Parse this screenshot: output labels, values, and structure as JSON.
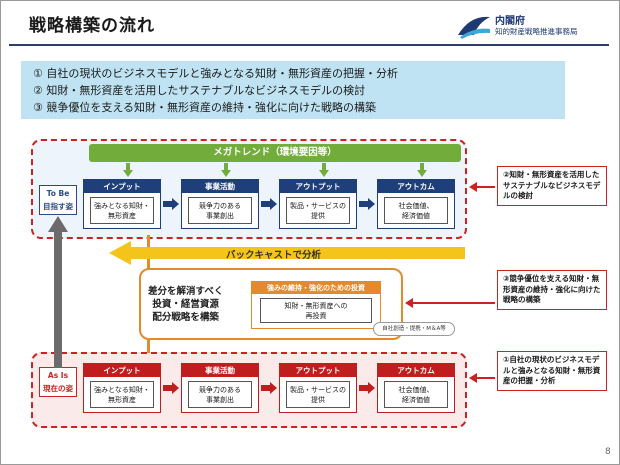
{
  "header": {
    "title": "戦略構築の流れ",
    "logo_line1": "内閣府",
    "logo_line2": "知的財産戦略推進事務局"
  },
  "objectives": [
    "①  自社の現状のビジネスモデルと強みとなる知財・無形資産の把握・分析",
    "②  知財・無形資産を活用したサステナブルなビジネスモデルの検討",
    "③  競争優位を支える知財・無形資産の維持・強化に向けた戦略の構築"
  ],
  "diagram": {
    "megatrend": "メガトレンド（環境要因等）",
    "to_be_label": "To Be\n目指す姿",
    "as_is_label": "As Is\n現在の姿",
    "top_cards": [
      {
        "head": "インプット",
        "body": "強みとなる知財・\n無形資産"
      },
      {
        "head": "事業活動",
        "body": "競争力のある\n事業創出"
      },
      {
        "head": "アウトプット",
        "body": "製品・サービスの\n提供"
      },
      {
        "head": "アウトカム",
        "body": "社会価値、\n経済価値"
      }
    ],
    "bottom_cards": [
      {
        "head": "インプット",
        "body": "強みとなる知財・\n無形資産"
      },
      {
        "head": "事業活動",
        "body": "競争力のある\n事業創出"
      },
      {
        "head": "アウトプット",
        "body": "製品・サービスの\n提供"
      },
      {
        "head": "アウトカム",
        "body": "社会価値、\n経済価値"
      }
    ],
    "backcast": "バックキャストで分析",
    "gap_text": "差分を解消すべく\n投資・経営資源\n配分戦略を構築",
    "investment_head": "強みの維持・強化のための投資",
    "investment_body": "知財・無形資産への\n再投資",
    "bubble": "自社創造・提携・M＆A等",
    "notes": [
      "②知財・無形資産を活用したサステナブルなビジネスモデルの検討",
      "③競争優位を支える知財・無形資産の維持・強化に向けた戦略の構築",
      "①自社の現状のビジネスモデルと強みとなる知財・無形資産の把握・分析"
    ]
  },
  "colors": {
    "navy": "#1f3f7a",
    "red": "#c01e1e",
    "green": "#72ad3b",
    "yellow": "#f5c41a",
    "orange": "#e38a2c",
    "light_blue": "#bfe3f2",
    "gray_arrow": "#6b6b6b"
  },
  "page_number": "8"
}
